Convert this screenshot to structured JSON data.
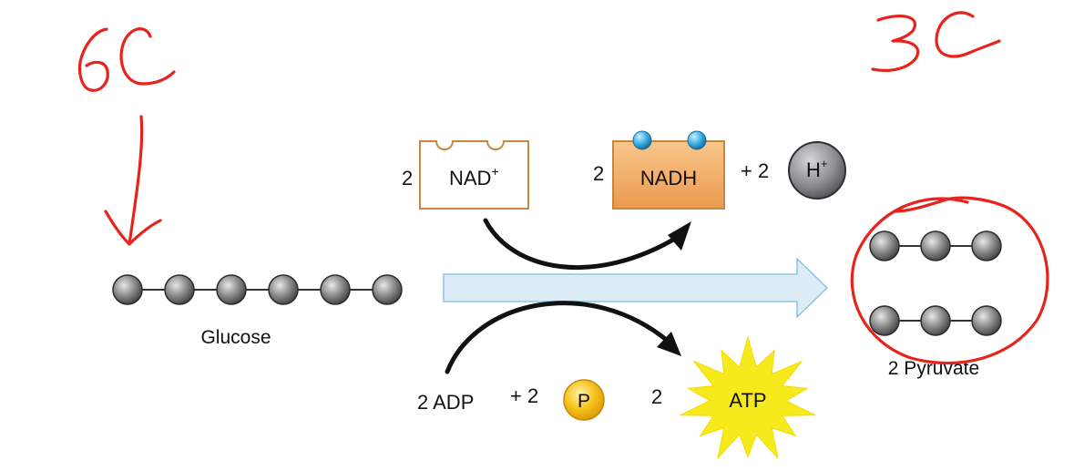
{
  "annotations": {
    "left_handwritten": "6C",
    "right_handwritten": "3C"
  },
  "glucose": {
    "label": "Glucose",
    "carbons": 6
  },
  "pyruvate": {
    "label": "2 Pyruvate",
    "molecules": 2,
    "carbons_each": 3
  },
  "nad": {
    "coef": "2",
    "label": "NAD",
    "sup": "+"
  },
  "nadh": {
    "coef": "2",
    "label": "NADH"
  },
  "hydrogen": {
    "prefix": "+ 2",
    "label": "H",
    "sup": "+"
  },
  "adp": {
    "label": "2 ADP"
  },
  "phosphate": {
    "prefix": "+ 2",
    "label": "P"
  },
  "atp": {
    "coef": "2",
    "label": "ATP"
  },
  "colors": {
    "annotation": "#e8231c",
    "main_arrow_fill": "#dcecf6",
    "main_arrow_stroke": "#8ec5df",
    "nadh_box": "#f0a862",
    "nad_box_stroke": "#c8873e",
    "atp_star": "#f7ea1c",
    "phosphate": "#f6c21a",
    "electron": "#3db3e8"
  }
}
